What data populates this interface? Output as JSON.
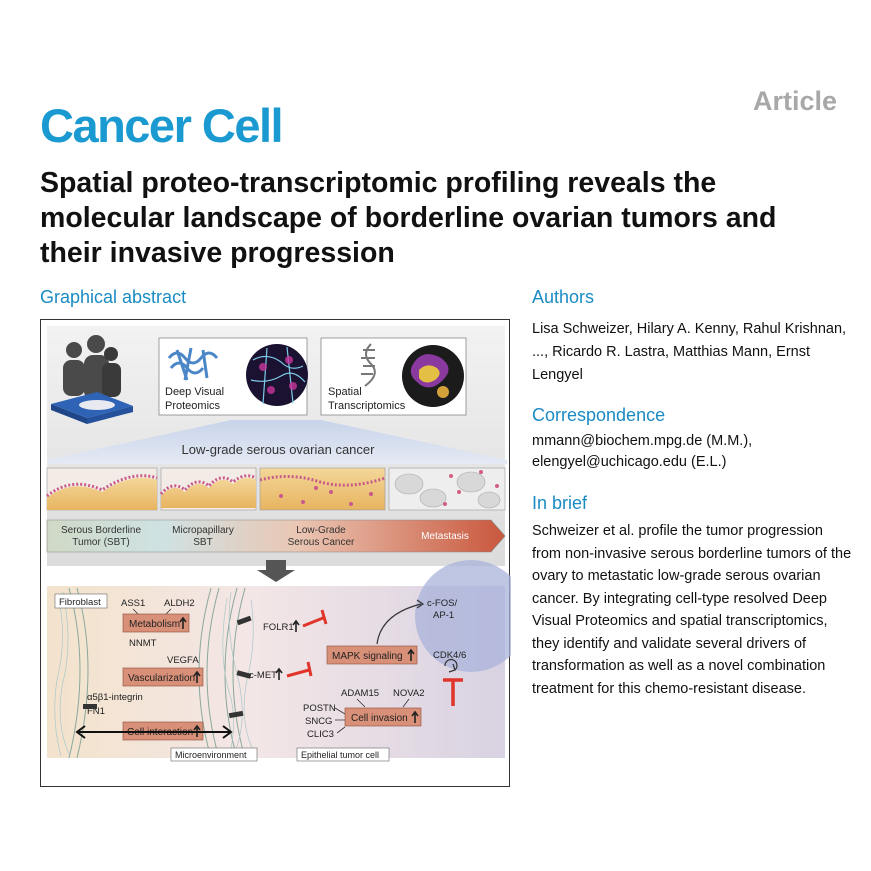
{
  "journal": "Cancer Cell",
  "article_type": "Article",
  "title": "Spatial proteo-transcriptomic profiling reveals the molecular landscape of borderline ovarian tumors and their invasive progression",
  "sections": {
    "graphical_abstract": "Graphical abstract",
    "authors": "Authors",
    "correspondence": "Correspondence",
    "in_brief": "In brief"
  },
  "authors": "Lisa Schweizer, Hilary A. Kenny, Rahul Krishnan, ..., Ricardo R. Lastra, Matthias Mann, Ernst Lengyel",
  "correspondence": [
    "mmann@biochem.mpg.de (M.M.),",
    "elengyel@uchicago.edu (E.L.)"
  ],
  "in_brief": "Schweizer et al. profile the tumor progression from non-invasive serous borderline tumors of the ovary to metastatic low-grade serous ovarian cancer. By integrating cell-type resolved Deep Visual Proteomics and spatial transcriptomics, they identify and validate several drivers of transformation as well as a novel combination treatment for this chemo-resistant disease.",
  "abstract": {
    "dvp_label": [
      "Deep Visual",
      "Proteomics"
    ],
    "st_label": [
      "Spatial",
      "Transcriptomics"
    ],
    "band_title": "Low-grade serous ovarian cancer",
    "stages": [
      [
        "Serous Borderline",
        "Tumor (SBT)"
      ],
      [
        "Micropapillary",
        "SBT"
      ],
      [
        "Low-Grade",
        "Serous Cancer"
      ],
      [
        "Metastasis"
      ]
    ],
    "fibroblast": "Fibroblast",
    "ass1": "ASS1",
    "aldh2": "ALDH2",
    "metabolism": "Metabolism",
    "nnmt": "NNMT",
    "vegfa": "VEGFA",
    "vascularization": "Vascularization",
    "integrin": "α5β1-integrin",
    "fn1": "FN1",
    "cell_interaction": "Cell interaction",
    "microenvironment": "Microenvironment",
    "folr1": "FOLR1",
    "cmet": "c-MET",
    "mapk": "MAPK signaling",
    "cfos": [
      "c-FOS/",
      "AP-1"
    ],
    "cdk46": "CDK4/6",
    "adam15": "ADAM15",
    "nova2": "NOVA2",
    "postn": "POSTN",
    "sncg": "SNCG",
    "clic3": "CLIC3",
    "cell_invasion": "Cell invasion",
    "epithelial": "Epithelial tumor cell"
  }
}
